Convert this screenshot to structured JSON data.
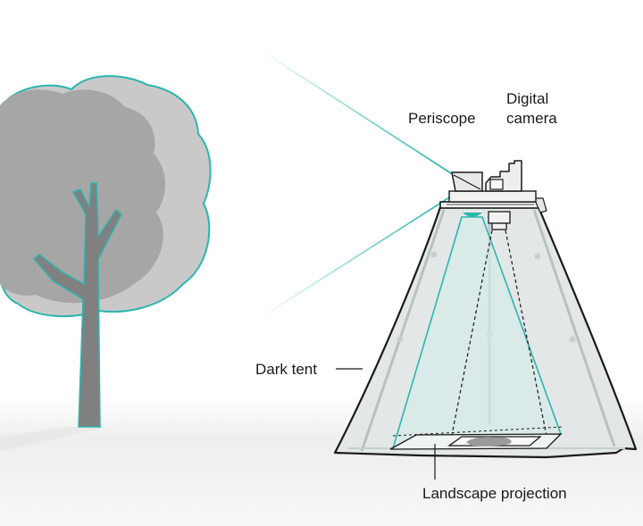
{
  "labels": {
    "periscope": "Periscope",
    "camera_line1": "Digital",
    "camera_line2": "camera",
    "dark_tent": "Dark tent",
    "projection": "Landscape projection"
  },
  "colors": {
    "accent": "#2bb5ad",
    "tree_canopy_back": "#c9c9c9",
    "tree_canopy_front": "#a6a6a6",
    "tree_trunk": "#808080",
    "tent_fill": "#e3e7e7",
    "outline": "#1a1a1a"
  }
}
